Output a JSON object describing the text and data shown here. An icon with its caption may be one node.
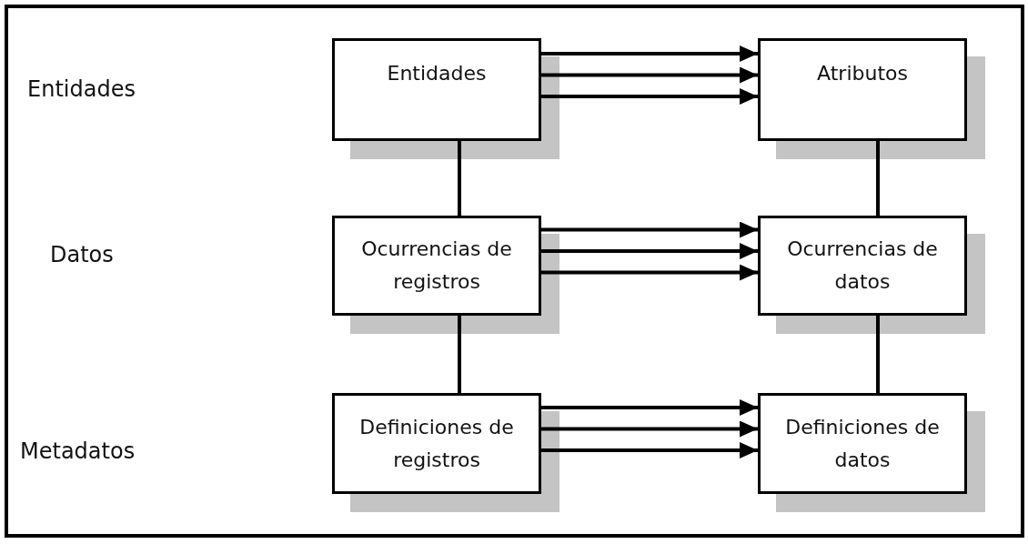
{
  "diagram": {
    "nodes": [
      {
        "text": [
          "Entidades"
        ]
      },
      {
        "text": [
          "Atributos"
        ]
      },
      {
        "text": [
          "Ocurrencias de registros"
        ]
      },
      {
        "text": [
          "Ocurrencias de datos"
        ]
      },
      {
        "text": [
          "Definiciones de registros"
        ]
      },
      {
        "text": [
          "Definiciones de datos"
        ]
      }
    ],
    "edges": [
      {
        "from": 0,
        "to": 1,
        "arrow": "to"
      },
      {
        "from": 0,
        "to": 1,
        "arrow": "to"
      },
      {
        "from": 0,
        "to": 1,
        "arrow": "to"
      },
      {
        "from": 2,
        "to": 3,
        "arrow": "to"
      },
      {
        "from": 2,
        "to": 3,
        "arrow": "to"
      },
      {
        "from": 2,
        "to": 3,
        "arrow": "to"
      },
      {
        "from": 4,
        "to": 5,
        "arrow": "to"
      },
      {
        "from": 4,
        "to": 5,
        "arrow": "to"
      },
      {
        "from": 4,
        "to": 5,
        "arrow": "to"
      },
      {
        "from": 0,
        "to": 2,
        "arrow": "none"
      },
      {
        "from": 2,
        "to": 4,
        "arrow": "none"
      },
      {
        "from": 1,
        "to": 3,
        "arrow": "none"
      },
      {
        "from": 3,
        "to": 5,
        "arrow": "none"
      }
    ],
    "labels": [
      "Entidades",
      "Datos",
      "Metadatos"
    ]
  }
}
